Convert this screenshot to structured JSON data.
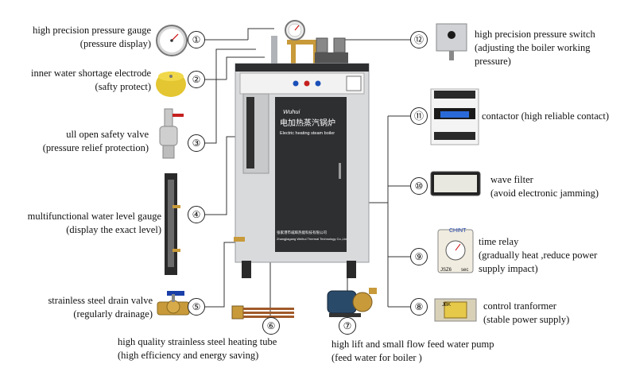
{
  "callouts": [
    {
      "num": "①",
      "title": "high precision pressure gauge",
      "note": "(pressure display)"
    },
    {
      "num": "②",
      "title": "inner water shortage electrode",
      "note": "(safty protect)"
    },
    {
      "num": "③",
      "title": "ull open safety valve",
      "note": "(pressure relief protection)"
    },
    {
      "num": "④",
      "title": "multifunctional water level gauge",
      "note": "(display the exact level)"
    },
    {
      "num": "⑤",
      "title": "strainless steel drain valve",
      "note": "(regularly drainage)"
    },
    {
      "num": "⑥",
      "title": "high quality strainless steel heating tube",
      "note": "(high efficiency and energy saving)"
    },
    {
      "num": "⑦",
      "title": "high lift and small flow feed water pump",
      "note": "(feed water for boiler )"
    },
    {
      "num": "⑧",
      "title": "control tranformer",
      "note": "(stable power supply)"
    },
    {
      "num": "⑨",
      "title": "time relay",
      "note": "(gradually heat ,reduce power",
      "note2": "supply impact)"
    },
    {
      "num": "⑩",
      "title": "wave filter",
      "note": "(avoid electronic jamming)"
    },
    {
      "num": "⑪",
      "title": "contactor (high reliable contact)"
    },
    {
      "num": "⑫",
      "title": "high precision pressure switch",
      "note": "(adjusting the boiler working",
      "note2": "pressure)"
    }
  ],
  "boiler": {
    "cn_title": "电加热蒸汽锅炉",
    "en_title": "Electric heating steam boiler",
    "brand": "Wuhui",
    "maker_cn": "张家港市威辉热能科技有限公司",
    "maker_en": "Zhangjiagang Weihui Thermal Technology Co.,Ltd"
  },
  "relay": {
    "brand": "CHINT",
    "model": "JSZ6",
    "unit": "sec"
  },
  "transformer": {
    "label": "JBK"
  },
  "colors": {
    "boiler_body": "#d9dadc",
    "boiler_panel": "#2e2f31",
    "brass": "#c89a3a",
    "line": "#333333"
  }
}
